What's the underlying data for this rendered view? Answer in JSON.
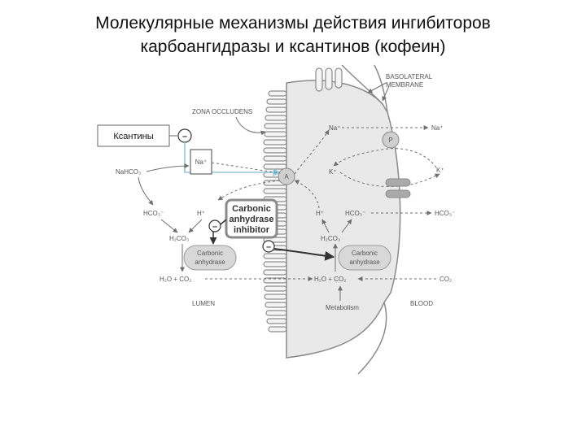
{
  "title": {
    "line1": "Молекулярные механизмы действия ингибиторов",
    "line2": "карбоангидразы и ксантинов (кофеин)"
  },
  "diagram": {
    "basolateral_line1": "BASOLATERAL",
    "basolateral_line2": "MEMBRANE",
    "zona_occludens": "ZONA OCCLUDENS",
    "xanthines": "Ксантины",
    "minus": "–",
    "na_box": "Na⁺",
    "nahco3": "NaHCO₃",
    "hco3_lumen": "HCO₃⁻",
    "h_lumen": "H⁺",
    "h2co3_lumen": "H₂CO₃",
    "ca_lumen_line1": "Carbonic",
    "ca_lumen_line2": "anhydrase",
    "h2o_co2_lumen": "H₂O + CO₂",
    "lumen": "LUMEN",
    "inhibitor_line1": "Carbonic",
    "inhibitor_line2": "anhydrase",
    "inhibitor_line3": "inhibitor",
    "transporter_a": "A",
    "pump_p": "P",
    "na_cell": "Na⁺",
    "na_blood": "Na⁺",
    "k_cell": "K⁺",
    "k_blood": "K⁺",
    "h_cell": "H⁺",
    "hco3_cell": "HCO₃⁻",
    "hco3_blood": "HCO₃⁻",
    "h2co3_cell": "H₂CO₃",
    "ca_cell_line1": "Carbonic",
    "ca_cell_line2": "anhydrase",
    "h2o_co2_cell": "H₂O + CO₂",
    "co2_blood": "CO₂",
    "metabolism": "Metabolism",
    "blood": "BLOOD"
  },
  "colors": {
    "cell_fill": "#e9e9e9",
    "membrane_stroke": "#8a8a8a",
    "arrow_gray": "#6f6f6f",
    "xanthine_arrow": "#8fc8d8",
    "text_gray": "#555555",
    "inhibitor_border": "#8a8a8a"
  }
}
